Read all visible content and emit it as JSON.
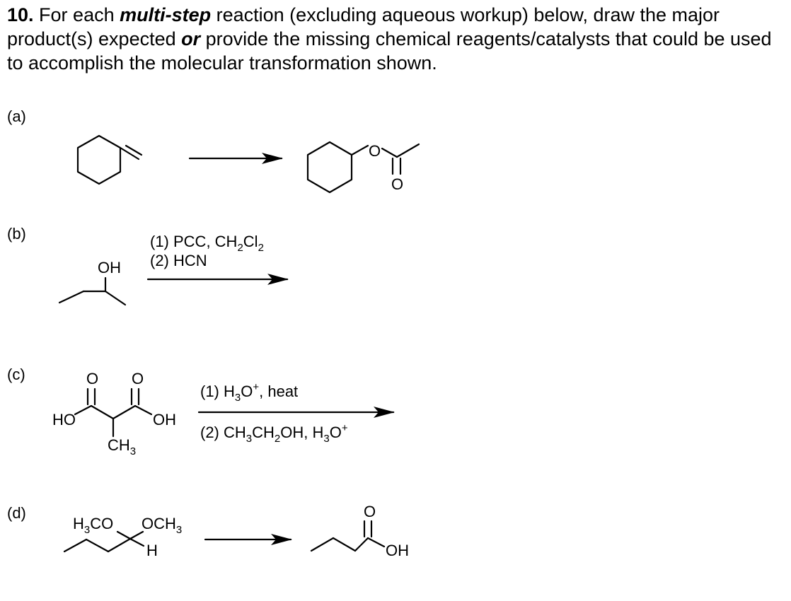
{
  "question": {
    "number": "10.",
    "text_1": " For each ",
    "emphasis_1": "multi-step",
    "text_2": " reaction (excluding aqueous workup) below, draw the major product(s) expected ",
    "emphasis_2": "or",
    "text_3": " provide the missing chemical reagents/catalysts that could be used to accomplish the molecular transformation shown."
  },
  "parts": {
    "a": {
      "label": "(a)"
    },
    "b": {
      "label": "(b)",
      "reagent_1": {
        "prefix": "(1) PCC, CH",
        "sub1": "2",
        "mid": "Cl",
        "sub2": "2"
      },
      "reagent_2": "(2) HCN",
      "oh": "OH"
    },
    "c": {
      "label": "(c)",
      "reagent_1": {
        "prefix": "(1) H",
        "sub": "3",
        "mid": "O",
        "sup": "+",
        "suffix": ", heat"
      },
      "reagent_2": {
        "p1": "(2) CH",
        "s1": "3",
        "p2": "CH",
        "s2": "2",
        "p3": "OH, H",
        "s3": "3",
        "p4": "O",
        "sup": "+"
      },
      "ho": "HO",
      "oh": "OH",
      "o_left": "O",
      "o_right": "O",
      "methyl": {
        "base": "CH",
        "sub": "3"
      }
    },
    "d": {
      "label": "(d)",
      "left_methoxy": {
        "p1": "H",
        "s1": "3",
        "p2": "CO"
      },
      "right_methoxy": {
        "p1": "OCH",
        "s1": "3"
      },
      "h": "H",
      "o": "O",
      "oh": "OH"
    }
  },
  "product_a": {
    "o_ether": "O",
    "o_carbonyl": "O"
  }
}
